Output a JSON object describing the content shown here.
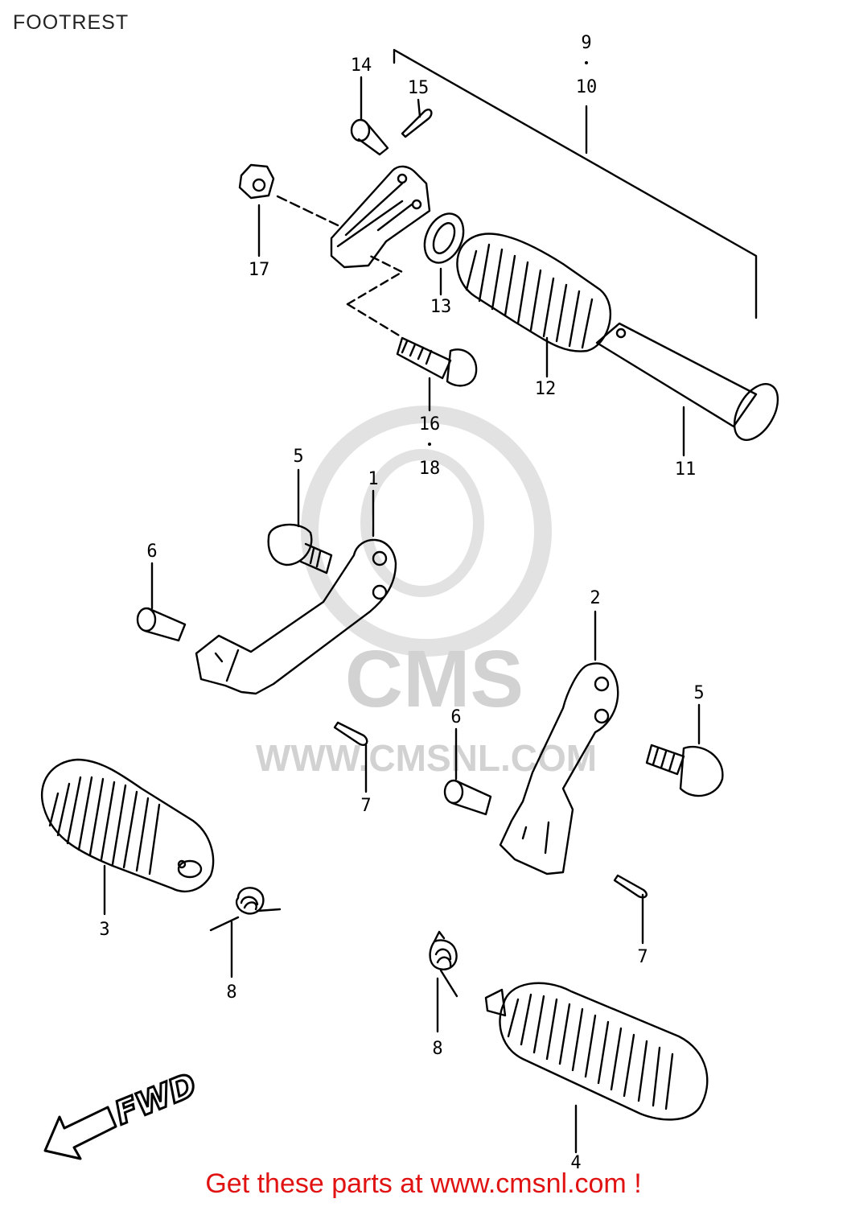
{
  "title": "FOOTREST",
  "watermark": {
    "brand": "CMS",
    "url": "WWW.CMSNL.COM"
  },
  "direction_label": "FWD",
  "footer_link": "Get these parts at www.cmsnl.com !",
  "colors": {
    "link": "#e01212",
    "line": "#000000",
    "watermark": "#d2d2d2"
  },
  "parts": [
    {
      "ref": "1",
      "name": "footrest-bracket-left"
    },
    {
      "ref": "2",
      "name": "footrest-bracket-right"
    },
    {
      "ref": "3",
      "name": "footrest-left"
    },
    {
      "ref": "4",
      "name": "footrest-right"
    },
    {
      "ref": "5",
      "name": "bolt"
    },
    {
      "ref": "6",
      "name": "pin"
    },
    {
      "ref": "7",
      "name": "cotter-pin"
    },
    {
      "ref": "8",
      "name": "spring"
    },
    {
      "ref": "9",
      "name": "pillion-footrest-assembly"
    },
    {
      "ref": "10",
      "name": "pillion-footrest-assembly"
    },
    {
      "ref": "11",
      "name": "pillion-footrest-bar"
    },
    {
      "ref": "12",
      "name": "pillion-footrest-rubber"
    },
    {
      "ref": "13",
      "name": "washer"
    },
    {
      "ref": "14",
      "name": "pin"
    },
    {
      "ref": "15",
      "name": "cotter-pin"
    },
    {
      "ref": "16",
      "name": "bolt"
    },
    {
      "ref": "17",
      "name": "nut"
    },
    {
      "ref": "18",
      "name": "bolt"
    }
  ],
  "callouts": {
    "c1": "1",
    "c2": "2",
    "c3": "3",
    "c4": "4",
    "c5a": "5",
    "c5b": "5",
    "c6a": "6",
    "c6b": "6",
    "c7a": "7",
    "c7b": "7",
    "c8a": "8",
    "c8b": "8",
    "c9": "9",
    "c10": "10",
    "c11": "11",
    "c12": "12",
    "c13": "13",
    "c14": "14",
    "c15": "15",
    "c16": "16",
    "c17": "17",
    "c18": "18"
  }
}
